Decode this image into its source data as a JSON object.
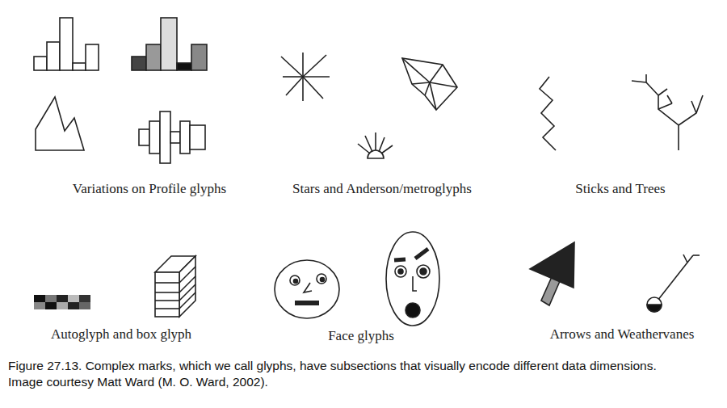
{
  "diagram": {
    "caption": "Figure 27.13. Complex marks, which we call glyphs, have subsections that visually encode different data dimensions. Image courtesy Matt Ward (M. O. Ward, 2002).",
    "labels": [
      "Variations on Profile glyphs",
      "Stars and Anderson/metroglyphs",
      "Sticks and Trees",
      "Autoglyph and box glyph",
      "Face glyphs",
      "Arrows and Weathervanes"
    ]
  }
}
